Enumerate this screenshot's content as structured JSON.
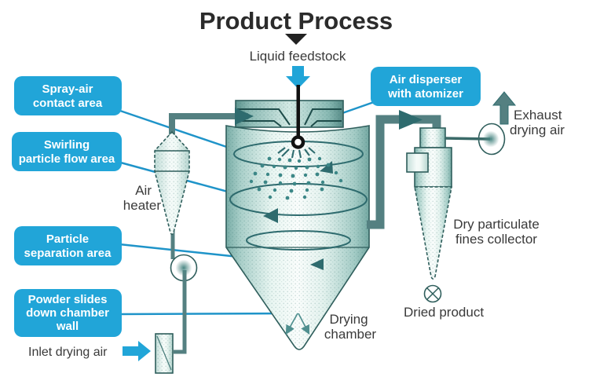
{
  "labels": {
    "title": "Product Process",
    "liquid_feedstock": "Liquid feedstock",
    "air_heater": [
      "Air",
      "heater"
    ],
    "exhaust_drying_air": [
      "Exhaust",
      "drying air"
    ],
    "dry_particulate_fines_collector": [
      "Dry particulate",
      "fines collector"
    ],
    "drying_chamber": [
      "Drying",
      "chamber"
    ],
    "dried_product": "Dried product",
    "inlet_drying_air": "Inlet drying air"
  },
  "callouts": {
    "spray_air_contact_area": [
      "Spray-air",
      "contact area"
    ],
    "swirling_particle_flow_area": [
      "Swirling",
      "particle flow area"
    ],
    "particle_separation_area": [
      "Particle",
      "separation area"
    ],
    "powder_slides_down_chamber_wall": [
      "Powder slides",
      "down chamber",
      "wall"
    ],
    "air_disperser_with_atomizer": [
      "Air disperser",
      "with atomizer"
    ]
  },
  "colors": {
    "accent_blue": "#21a5d8",
    "leader_blue": "#1f94c9",
    "pipe_teal": "#548081",
    "arrow_teal": "#2e6b6e",
    "outline_teal": "#2f5e5c",
    "inner_teal": "#1e4c4a",
    "text_gray": "#3a3a3a",
    "title_gray": "#2b2b2b"
  }
}
